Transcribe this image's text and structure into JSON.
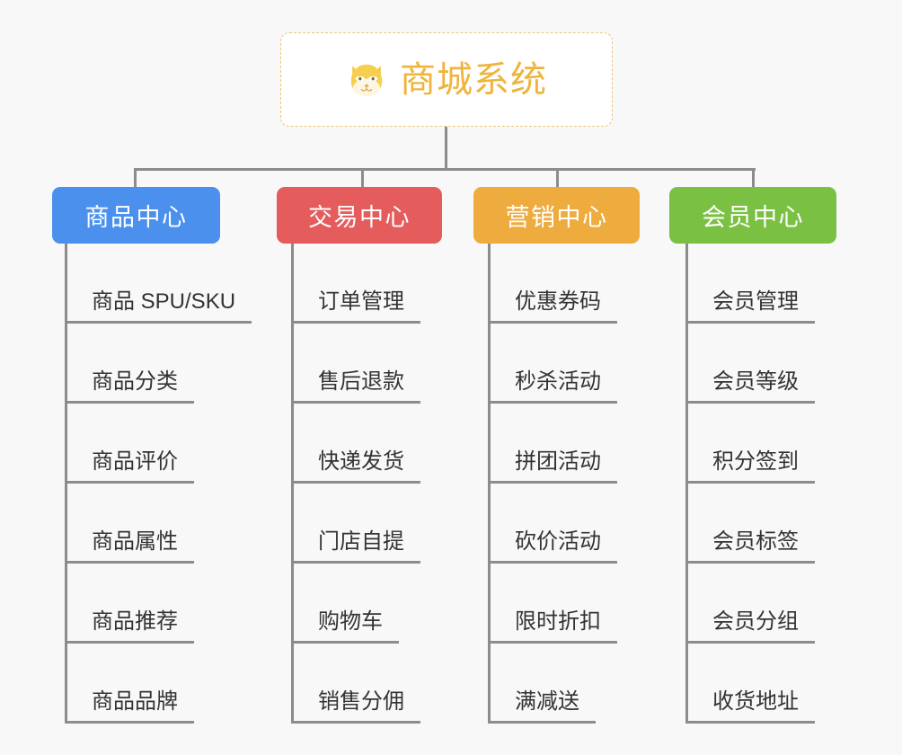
{
  "page": {
    "background_color": "#f8f8f8",
    "line_color": "#8c8c8c",
    "leaf_text_color": "#333333"
  },
  "root": {
    "title": "商城系统",
    "icon": "shiba-dog-face-icon",
    "text_color": "#eeb43c",
    "border_color": "#eec47a",
    "background_color": "#ffffff"
  },
  "branches": [
    {
      "label": "商品中心",
      "color": "#4a90ec",
      "items": [
        {
          "label": "商品 SPU/SKU"
        },
        {
          "label": "商品分类"
        },
        {
          "label": "商品评价"
        },
        {
          "label": "商品属性"
        },
        {
          "label": "商品推荐"
        },
        {
          "label": "商品品牌"
        }
      ]
    },
    {
      "label": "交易中心",
      "color": "#e45c5c",
      "items": [
        {
          "label": "订单管理"
        },
        {
          "label": "售后退款"
        },
        {
          "label": "快递发货"
        },
        {
          "label": "门店自提"
        },
        {
          "label": "购物车"
        },
        {
          "label": "销售分佣"
        }
      ]
    },
    {
      "label": "营销中心",
      "color": "#eeac3e",
      "items": [
        {
          "label": "优惠券码"
        },
        {
          "label": "秒杀活动"
        },
        {
          "label": "拼团活动"
        },
        {
          "label": "砍价活动"
        },
        {
          "label": "限时折扣"
        },
        {
          "label": "满减送"
        }
      ]
    },
    {
      "label": "会员中心",
      "color": "#7ac143",
      "items": [
        {
          "label": "会员管理"
        },
        {
          "label": "会员等级"
        },
        {
          "label": "积分签到"
        },
        {
          "label": "会员标签"
        },
        {
          "label": "会员分组"
        },
        {
          "label": "收货地址"
        }
      ]
    }
  ]
}
